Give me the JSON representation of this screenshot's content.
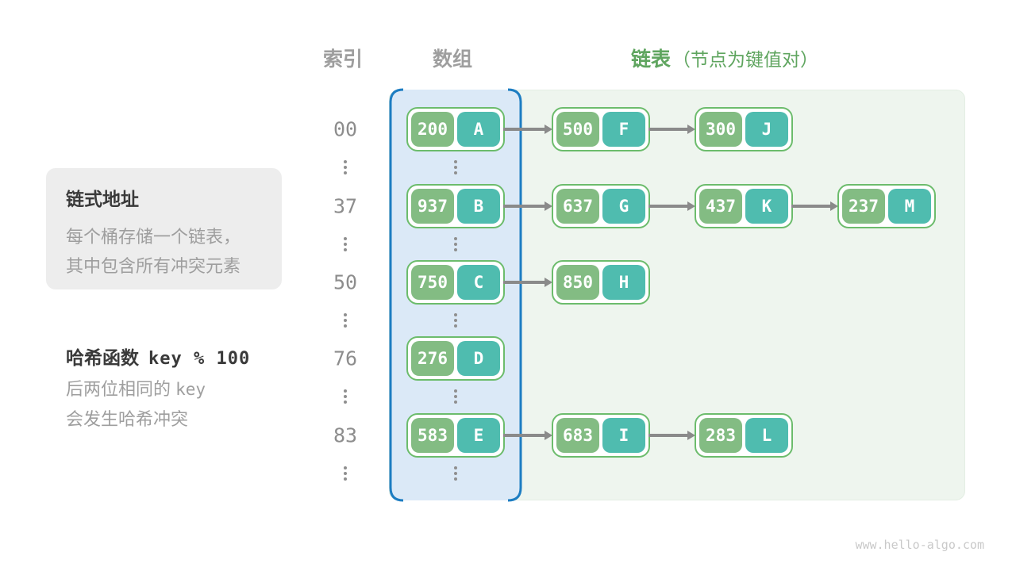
{
  "page": {
    "watermark": "www.hello-algo.com"
  },
  "header": {
    "index": "索引",
    "array": "数组",
    "list": "链表",
    "list_note": "（节点为键值对）"
  },
  "info_box": {
    "title": "链式地址",
    "lines": [
      "每个桶存储一个链表，",
      "其中包含所有冲突元素"
    ]
  },
  "hash_note": {
    "label": "哈希函数",
    "formula": "key % 100",
    "line1_text": "后两位相同的",
    "line1_code": "key",
    "line2": "会发生哈希冲突"
  },
  "diagram": {
    "ellipsis_icon": "vertical-ellipsis",
    "arrow_icon": "right-arrow",
    "rows": [
      {
        "index": "00",
        "chain": [
          {
            "key": "200",
            "value": "A"
          },
          {
            "key": "500",
            "value": "F"
          },
          {
            "key": "300",
            "value": "J"
          }
        ]
      },
      {
        "index": "37",
        "chain": [
          {
            "key": "937",
            "value": "B"
          },
          {
            "key": "637",
            "value": "G"
          },
          {
            "key": "437",
            "value": "K"
          },
          {
            "key": "237",
            "value": "M"
          }
        ]
      },
      {
        "index": "50",
        "chain": [
          {
            "key": "750",
            "value": "C"
          },
          {
            "key": "850",
            "value": "H"
          }
        ]
      },
      {
        "index": "76",
        "chain": [
          {
            "key": "276",
            "value": "D"
          }
        ]
      },
      {
        "index": "83",
        "chain": [
          {
            "key": "583",
            "value": "E"
          },
          {
            "key": "683",
            "value": "I"
          },
          {
            "key": "283",
            "value": "L"
          }
        ]
      }
    ]
  },
  "colors": {
    "header_muted": "#9e9e9e",
    "header_green": "#5fa55f",
    "panel_list_bg": "#eef5ee",
    "array_fill": "#dbe9f7",
    "array_stroke": "#1d7dc2",
    "node_border": "#6cbc6c",
    "key_bg": "#83bc83",
    "value_bg": "#4fbcaf",
    "node_text": "#ffffff",
    "arrow": "#8a8a8a",
    "text_dark": "#3a3a3a",
    "text_muted": "#9e9e9e",
    "index_text": "#8d8d8d",
    "infobox_bg": "#ededed",
    "watermark": "#c9c9c9"
  }
}
